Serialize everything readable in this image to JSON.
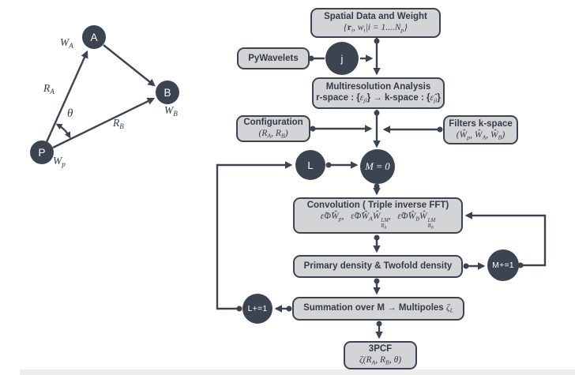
{
  "colors": {
    "accent": "#3d4451",
    "box_fill": "#d3d4d6",
    "box_text": "#343b48",
    "background": "#ffffff",
    "circle_text": "#ffffff",
    "bottom_bar": "#ededee"
  },
  "geometry": {
    "nodes": {
      "P": "P",
      "A": "A",
      "B": "B"
    },
    "labels": {
      "wa": [
        {
          "t": "W"
        },
        {
          "t": "A",
          "sub": true
        }
      ],
      "ra": [
        {
          "t": "R"
        },
        {
          "t": "A",
          "sub": true
        }
      ],
      "theta": [
        {
          "t": "θ"
        }
      ],
      "rb": [
        {
          "t": "R"
        },
        {
          "t": "B",
          "sub": true
        }
      ],
      "wb": [
        {
          "t": "W"
        },
        {
          "t": "B",
          "sub": true
        }
      ],
      "wp": [
        {
          "t": "W"
        },
        {
          "t": "p",
          "sub": true
        }
      ]
    }
  },
  "flow": {
    "spatial": {
      "title": "Spatial Data and Weight",
      "formula": [
        {
          "t": "{"
        },
        {
          "t": "r",
          "b": true
        },
        {
          "t": "i",
          "sub": true
        },
        {
          "t": ", "
        },
        {
          "t": "w"
        },
        {
          "t": "i",
          "sub": true
        },
        {
          "t": "|"
        },
        {
          "t": "i"
        },
        {
          "t": " = 1...."
        },
        {
          "t": "N"
        },
        {
          "t": "p",
          "sub": true
        },
        {
          "t": "}"
        }
      ]
    },
    "pywavelets": {
      "title": "PyWavelets"
    },
    "multires": {
      "title": "Multiresolution Analysis",
      "formula": [
        {
          "t": "r-space : {",
          "up": true
        },
        {
          "t": "ε"
        },
        {
          "t": "jl",
          "sub": true
        },
        {
          "t": "} → k-space : {",
          "up": true
        },
        {
          "t": "ε̂"
        },
        {
          "t": "jl",
          "sub": true
        },
        {
          "t": "}",
          "up": true
        }
      ]
    },
    "config": {
      "title": "Configuration",
      "formula": [
        {
          "t": "("
        },
        {
          "t": "R"
        },
        {
          "t": "A",
          "sub": true
        },
        {
          "t": ", "
        },
        {
          "t": "R"
        },
        {
          "t": "B",
          "sub": true
        },
        {
          "t": ")"
        }
      ]
    },
    "filters": {
      "title": "Filters k-space",
      "formula": [
        {
          "t": "("
        },
        {
          "t": "Ŵ"
        },
        {
          "t": "p",
          "sub": true
        },
        {
          "t": ", "
        },
        {
          "t": "Ŵ"
        },
        {
          "t": "A",
          "sub": true
        },
        {
          "t": ", "
        },
        {
          "t": "Ŵ"
        },
        {
          "t": "B",
          "sub": true
        },
        {
          "t": ")"
        }
      ]
    },
    "convolution": {
      "title": "Convolution ( Triple inverse FFT)",
      "formula": [
        {
          "t": "ε̂Φ̂Ŵ"
        },
        {
          "t": "p",
          "sub": true
        },
        {
          "t": ",   "
        },
        {
          "t": "ε̂Φ̂Ŵ"
        },
        {
          "t": "A",
          "sub": true
        },
        {
          "t": "Ŵ"
        },
        {
          "stack": {
            "top": [
              {
                "t": "LM"
              }
            ],
            "bottom": [
              {
                "t": "R"
              },
              {
                "t": "A",
                "sub": true
              }
            ]
          }
        },
        {
          "t": ",   "
        },
        {
          "t": "ε̂Φ̂Ŵ"
        },
        {
          "t": "B",
          "sub": true
        },
        {
          "t": "Ŵ"
        },
        {
          "stack": {
            "top": [
              {
                "t": "LM"
              }
            ],
            "bottom": [
              {
                "t": "R"
              },
              {
                "t": "B",
                "sub": true
              }
            ]
          }
        }
      ]
    },
    "primary": {
      "title": "Primary density & Twofold density"
    },
    "summation": {
      "formula": [
        {
          "t": "Summation over M → Multipoles ",
          "up": true
        },
        {
          "t": "ζ"
        },
        {
          "t": "L",
          "sub": true
        }
      ]
    },
    "threepcf": {
      "title": "3PCF",
      "formula": [
        {
          "t": "ζ("
        },
        {
          "t": "R"
        },
        {
          "t": "A",
          "sub": true
        },
        {
          "t": ", "
        },
        {
          "t": "R"
        },
        {
          "t": "B",
          "sub": true
        },
        {
          "t": ", θ)"
        }
      ]
    },
    "circles": {
      "j": "j",
      "L": "L",
      "m0": [
        {
          "t": "M = 0"
        }
      ],
      "mplus": "M+=1",
      "lplus": "L+=1"
    }
  }
}
